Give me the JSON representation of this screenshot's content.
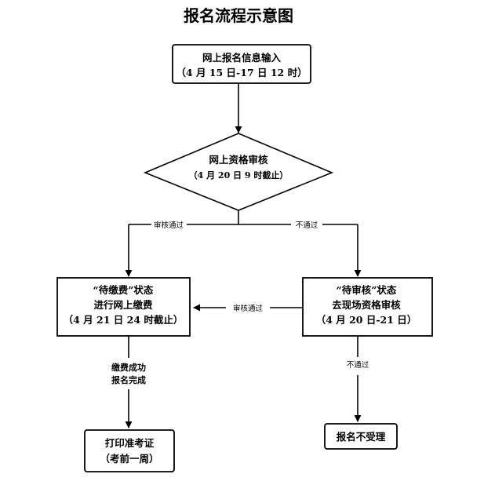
{
  "title": "报名流程示意图",
  "nodes": {
    "online_input": {
      "line1": "网上报名信息输入",
      "line2": "（4 月 15 日-17 日 12 时）"
    },
    "online_review": {
      "line1": "网上资格审核",
      "line2": "（4 月 20 日 9 时截止）"
    },
    "await_payment": {
      "line1": "“待缴费”状态",
      "line2": "进行网上缴费",
      "line3": "（4 月 21 日 24 时截止）"
    },
    "await_review": {
      "line1": "“待审核”状态",
      "line2": "去现场资格审核",
      "line3": "（4 月 20 日-21 日）"
    },
    "print_ticket": {
      "line1": "打印准考证",
      "line2": "（考前一周）"
    },
    "rejected": {
      "line1": "报名不受理"
    }
  },
  "edges": {
    "review_pass": "审核通过",
    "review_fail": "不通过",
    "onsite_pass": "审核通过",
    "payment_done_line1": "缴费成功",
    "payment_done_line2": "报名完成",
    "onsite_fail": "不通过"
  }
}
